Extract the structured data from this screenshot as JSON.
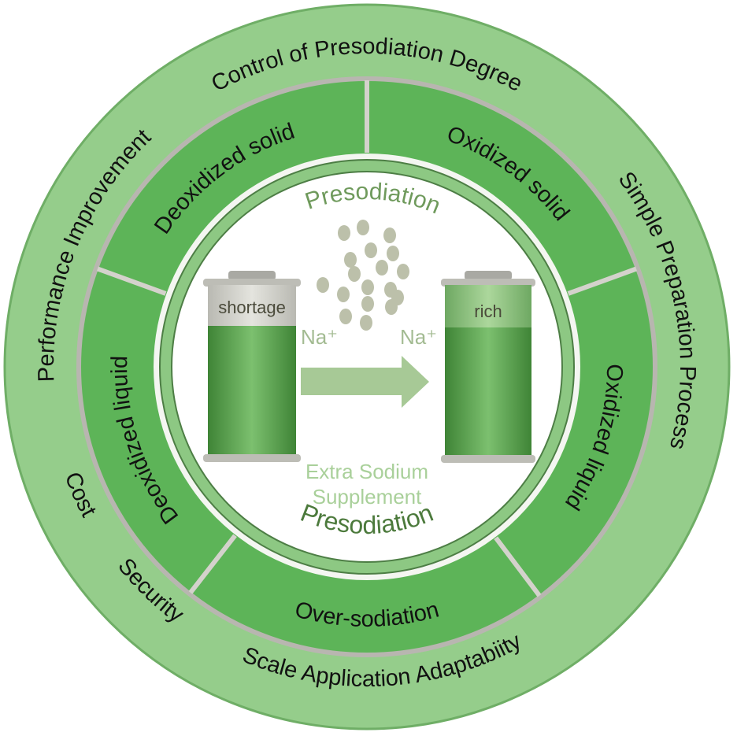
{
  "outer_ring": {
    "top": "Control of Presodiation Degree",
    "right": "Simple Preparation Process",
    "left": "Performance Improvement",
    "cost": "Cost",
    "security": "Security",
    "bottom": "Scale Application Adaptabiity"
  },
  "middle_ring": {
    "deoxidized_solid": "Deoxidized solid",
    "oxidized_solid": "Oxidized solid",
    "deoxidized_liquid": "Deoxidized liquid",
    "oxidized_liquid": "Oxidized liquid",
    "over_sodiation": "Over-sodiation"
  },
  "center": {
    "title_top": "Presodiation",
    "title_bottom": "Presodiation",
    "left_battery_label": "shortage",
    "right_battery_label": "rich",
    "ion_left": "Na⁺",
    "ion_right": "Na⁺",
    "extra_line1": "Extra Sodium",
    "extra_line2": "Supplement"
  },
  "colors": {
    "outer_ring": "#95cd8b",
    "middle_ring": "#5db458",
    "band": "#8dc883",
    "battery_green": "#4f9a44",
    "arrow": "#a7c996"
  }
}
